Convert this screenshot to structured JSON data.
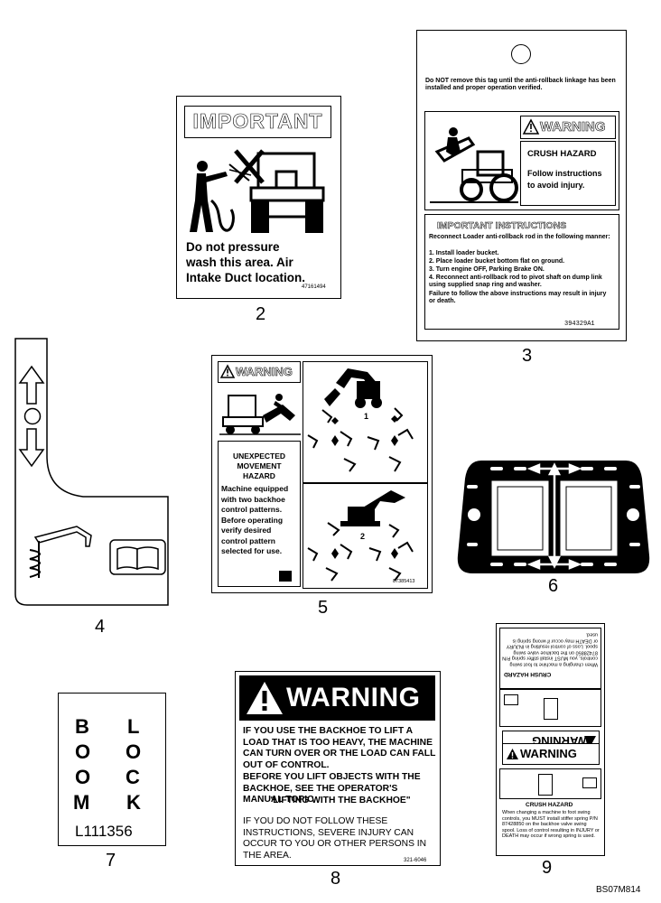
{
  "callouts": {
    "n2": "2",
    "n3": "3",
    "n4": "4",
    "n5": "5",
    "n6": "6",
    "n7": "7",
    "n8": "8",
    "n9": "9"
  },
  "decal2": {
    "header": "IMPORTANT",
    "body": "Do not pressure wash this area. Air Intake Duct location.",
    "part_no": "47161494"
  },
  "decal3": {
    "top_text": "Do NOT remove this tag until the anti-rollback linkage has been installed and proper operation verified.",
    "warning": "WARNING",
    "crush": "CRUSH HAZARD",
    "follow": "Follow instructions to avoid injury.",
    "instr_title": "IMPORTANT INSTRUCTIONS",
    "instr_lines": [
      "Reconnect Loader anti-rollback rod in the following manner:",
      "1. Install loader bucket.",
      "2. Place loader bucket bottom flat on ground.",
      "3. Turn engine OFF, Parking Brake ON.",
      "4. Reconnect anti-rollback rod to pivot shaft on dump link using supplied snap ring and washer.",
      "Failure to follow the above instructions may result in injury or death."
    ],
    "part_no": "394329A1"
  },
  "decal5": {
    "warning": "WARNING",
    "hazard_title": "UNEXPECTED MOVEMENT HAZARD",
    "hazard_body": "Machine equipped with two backhoe control patterns. Before operating verify desired control pattern selected for use.",
    "pattern1": "1",
    "pattern2": "2",
    "part_no": "87385413"
  },
  "decal7": {
    "col1": [
      "B",
      "O",
      "O",
      "M"
    ],
    "col2": [
      "L",
      "O",
      "C",
      "K"
    ],
    "part_no": "L111356"
  },
  "decal8": {
    "warning": "WARNING",
    "p1": "IF YOU USE THE BACKHOE TO LIFT A LOAD THAT IS TOO HEAVY, THE MACHINE CAN TURN OVER OR THE LOAD CAN FALL OUT OF CONTROL.",
    "p2": "BEFORE YOU LIFT OBJECTS WITH THE BACKHOE, SEE THE OPERATOR'S MANUAL TOPIC",
    "p3": "\"LIFTING WITH THE BACKHOE\"",
    "p4": "IF YOU DO NOT FOLLOW THESE INSTRUCTIONS, SEVERE INJURY CAN OCCUR TO YOU OR OTHER PERSONS IN THE AREA.",
    "part_no": "321-6046"
  },
  "decal9": {
    "crush": "CRUSH HAZARD",
    "body": "When changing a machine to foot swing controls, you MUST install stiffer spring P/N 87428850 on the backhoe valve swing spool. Loss of control resulting in INJURY or DEATH may occur if wrong spring is used.",
    "warning": "WARNING"
  },
  "figure_code": "BS07M814"
}
